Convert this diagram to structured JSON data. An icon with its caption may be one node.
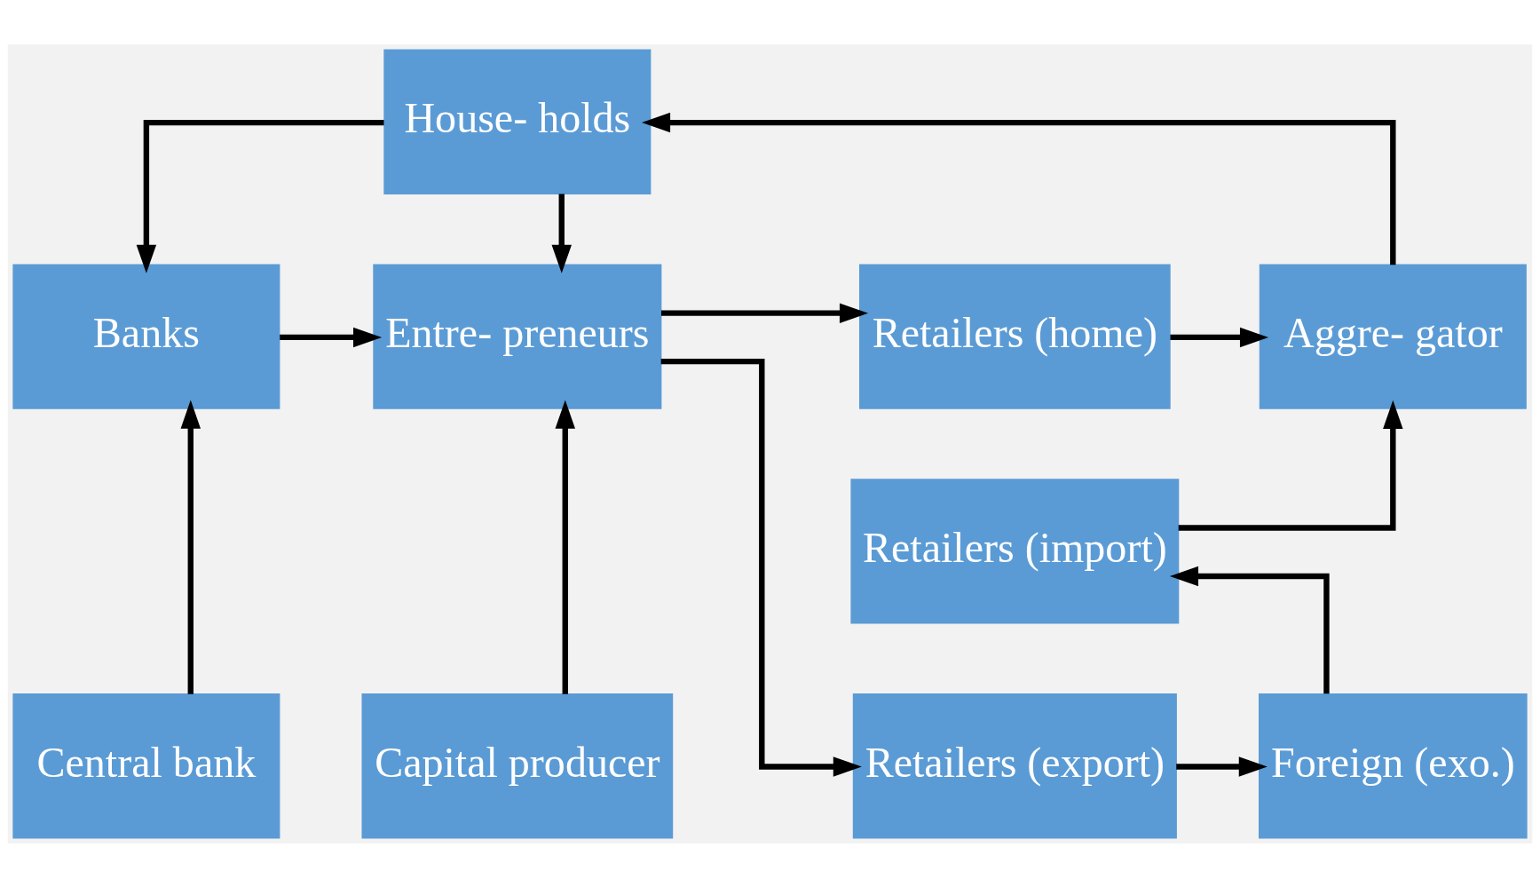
{
  "diagram": {
    "nodes": [
      {
        "text": [
          "House- holds"
        ]
      },
      {
        "text": [
          "Banks"
        ]
      },
      {
        "text": [
          "Entre- preneurs"
        ]
      },
      {
        "text": [
          "Retailers (home)"
        ]
      },
      {
        "text": [
          "Retailers (import)"
        ]
      },
      {
        "text": [
          "Aggre- gator"
        ]
      },
      {
        "text": [
          "Central bank"
        ]
      },
      {
        "text": [
          "Capital producer"
        ]
      },
      {
        "text": [
          "Retailers (export)"
        ]
      },
      {
        "text": [
          "Foreign (exo.)"
        ]
      }
    ],
    "edges": [
      {
        "from": 0,
        "to": 1,
        "arrow": "to"
      },
      {
        "from": 0,
        "to": 2,
        "arrow": "to"
      },
      {
        "from": 1,
        "to": 2,
        "arrow": "to"
      },
      {
        "from": 2,
        "to": 3,
        "arrow": "to"
      },
      {
        "from": 2,
        "to": 8,
        "arrow": "to"
      },
      {
        "from": 3,
        "to": 5,
        "arrow": "to"
      },
      {
        "from": 4,
        "to": 5,
        "arrow": "to"
      },
      {
        "from": 5,
        "to": 0,
        "arrow": "to"
      },
      {
        "from": 6,
        "to": 1,
        "arrow": "to"
      },
      {
        "from": 7,
        "to": 2,
        "arrow": "to"
      },
      {
        "from": 8,
        "to": 9,
        "arrow": "to"
      },
      {
        "from": 9,
        "to": 4,
        "arrow": "to"
      }
    ]
  }
}
